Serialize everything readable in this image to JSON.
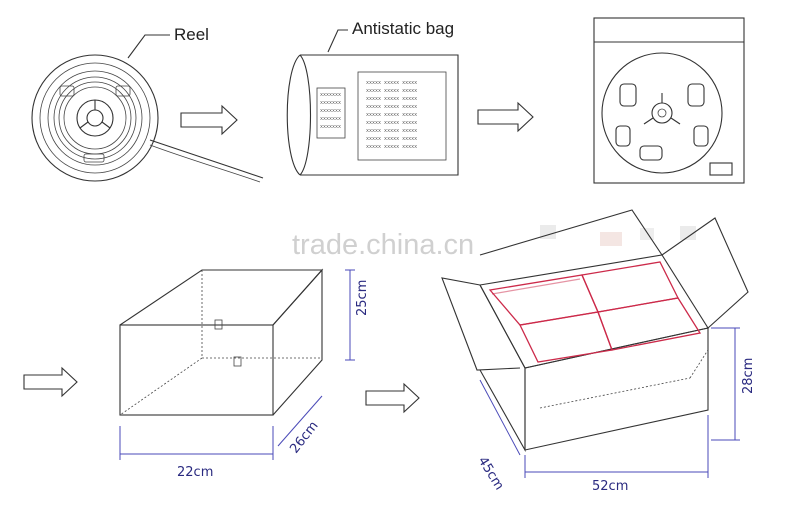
{
  "labels": {
    "reel": "Reel",
    "antistatic_bag": "Antistatic bag"
  },
  "watermark": "trade.china.cn",
  "dimensions": {
    "small_box": {
      "height": "25cm",
      "depth": "26cm",
      "width": "22cm"
    },
    "carton": {
      "height": "28cm",
      "depth": "45cm",
      "width": "52cm"
    }
  },
  "colors": {
    "line": "#333333",
    "dimension": "#4a4ab8",
    "inner_boxes": "#cc2a4a",
    "watermark": "#d0d0d0"
  }
}
